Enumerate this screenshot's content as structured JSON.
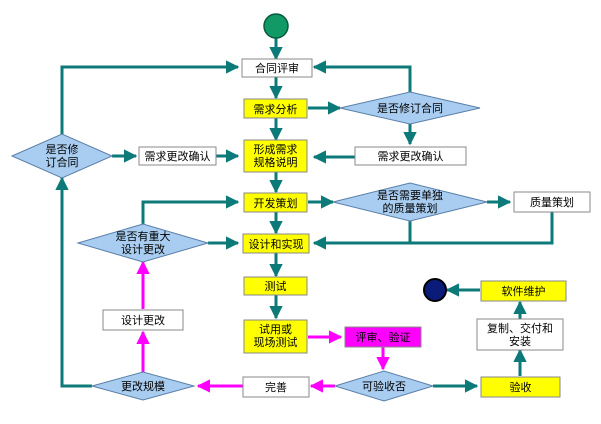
{
  "colors": {
    "teal": "#0c7a78",
    "magenta": "#ff00ff",
    "yellow": "#ffff00",
    "white": "#ffffff",
    "diamond": "#a9cdf0",
    "start": "#119966",
    "end": "#0b1b7a"
  },
  "nodes": {
    "contract_review": "合同评审",
    "req_analysis": "需求分析",
    "modify_contract_q_right": "是否修订合同",
    "spec_line1": "形成需求",
    "spec_line2": "规格说明",
    "req_change_confirm_right": "需求更改确认",
    "req_change_confirm_left": "需求更改确认",
    "modify_contract_q_left_line1": "是否修",
    "modify_contract_q_left_line2": "订合同",
    "dev_plan": "开发策划",
    "quality_q_line1": "是否需要单独",
    "quality_q_line2": "的质量策划",
    "quality_plan": "质量策划",
    "major_change_q_line1": "是否有重大",
    "major_change_q_line2": "设计更改",
    "design_impl": "设计和实现",
    "test": "测试",
    "trial_line1": "试用或",
    "trial_line2": "现场测试",
    "review_verify": "评审、验证",
    "design_change": "设计更改",
    "scale_change": "更改规模",
    "improve": "完善",
    "acceptable_q": "可验收否",
    "acceptance": "验收",
    "copy_line1": "复制、交付和",
    "copy_line2": "安装",
    "maintenance": "软件维护"
  }
}
